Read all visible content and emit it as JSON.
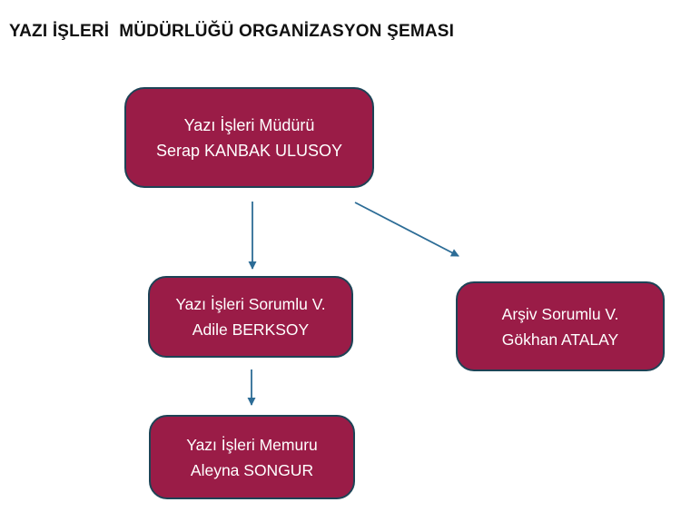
{
  "title": "YAZI İŞLERİ  MÜDÜRLÜĞÜ ORGANİZASYON ŞEMASI",
  "theme": {
    "background": "#FFFFFF",
    "title_color": "#111111",
    "box_fill": "#9A1C47",
    "box_border": "#1D4356",
    "box_text": "#FFFFFF",
    "arrow": "#2C6C96"
  },
  "org_chart": {
    "nodes": [
      {
        "id": "manager",
        "role": "Yazı İşleri Müdürü",
        "name": "Serap KANBAK ULUSOY"
      },
      {
        "id": "clerk-responsible",
        "role": "Yazı İşleri Sorumlu V.",
        "name": "Adile BERKSOY"
      },
      {
        "id": "archive-responsible",
        "role": "Arşiv Sorumlu V.",
        "name": "Gökhan ATALAY"
      },
      {
        "id": "clerk-officer",
        "role": "Yazı İşleri Memuru",
        "name": "Aleyna SONGUR"
      }
    ],
    "edges": [
      {
        "from": "manager",
        "to": "clerk-responsible"
      },
      {
        "from": "manager",
        "to": "archive-responsible"
      },
      {
        "from": "clerk-responsible",
        "to": "clerk-officer"
      }
    ]
  }
}
